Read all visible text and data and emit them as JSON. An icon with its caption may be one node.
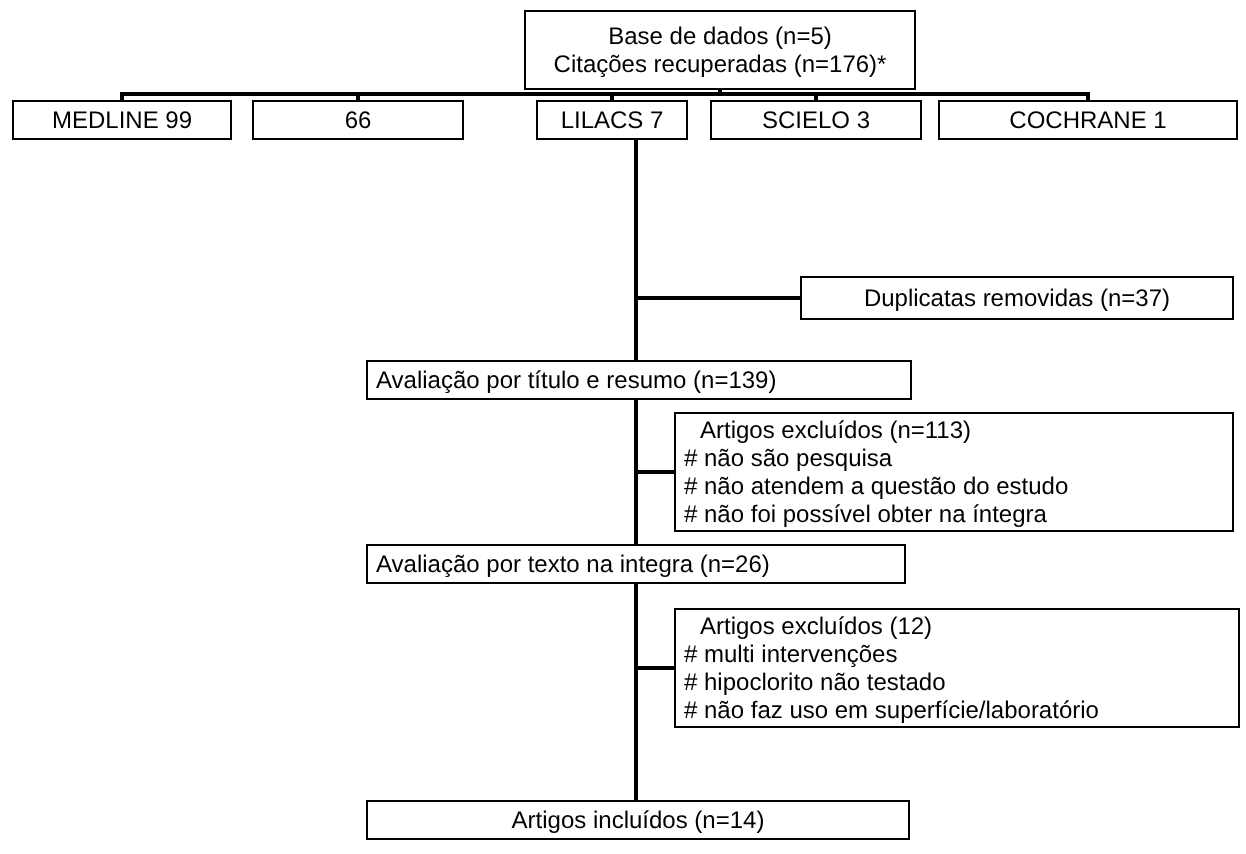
{
  "diagram": {
    "nodes": [
      {
        "text": [
          "Base de dados (n=5)",
          "Citações recuperadas (n=176)*"
        ]
      },
      {
        "text": [
          "MEDLINE 99"
        ]
      },
      {
        "text": [
          "66"
        ]
      },
      {
        "text": [
          "LILACS 7"
        ]
      },
      {
        "text": [
          "SCIELO 3"
        ]
      },
      {
        "text": [
          "COCHRANE 1"
        ]
      },
      {
        "text": [
          "Duplicatas removidas (n=37)"
        ]
      },
      {
        "text": [
          "Avaliação por título e resumo (n=139)"
        ]
      },
      {
        "text": [
          "Artigos excluídos (n=113)",
          "# não são pesquisa",
          "# não atendem a questão do estudo",
          "# não foi possível obter na íntegra"
        ]
      },
      {
        "text": [
          "Avaliação por texto na integra (n=26)"
        ]
      },
      {
        "text": [
          "Artigos excluídos (12)",
          "# multi intervenções",
          "# hipoclorito não testado",
          "# não faz uso em superfície/laboratório"
        ]
      },
      {
        "text": [
          "Artigos incluídos (n=14)"
        ]
      }
    ],
    "edges": [
      {
        "from": 0,
        "to": 1,
        "arrow": "none"
      },
      {
        "from": 0,
        "to": 2,
        "arrow": "none"
      },
      {
        "from": 0,
        "to": 3,
        "arrow": "none"
      },
      {
        "from": 0,
        "to": 4,
        "arrow": "none"
      },
      {
        "from": 0,
        "to": 5,
        "arrow": "none"
      },
      {
        "from": 3,
        "to": 6,
        "arrow": "none"
      },
      {
        "from": 3,
        "to": 7,
        "arrow": "none"
      },
      {
        "from": 7,
        "to": 8,
        "arrow": "none"
      },
      {
        "from": 7,
        "to": 9,
        "arrow": "none"
      },
      {
        "from": 9,
        "to": 10,
        "arrow": "none"
      },
      {
        "from": 9,
        "to": 11,
        "arrow": "none"
      }
    ]
  }
}
